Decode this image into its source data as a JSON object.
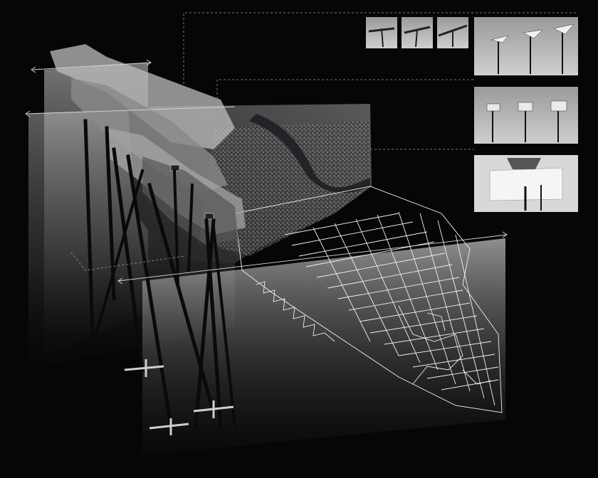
{
  "scene": {
    "background_color": "#050608",
    "line_color": "#d8d8d8",
    "dash_color": "#9a9a9a",
    "map_street_color": "#f2f2f2"
  },
  "thumbnails": [
    {
      "kind": "small-render",
      "content": "structure-closeup"
    },
    {
      "kind": "small-render",
      "content": "structure-closeup"
    },
    {
      "kind": "small-render",
      "content": "structure-closeup"
    },
    {
      "kind": "panel-render",
      "content": "three-poles-canopy-a"
    },
    {
      "kind": "panel-render",
      "content": "three-poles-canopy-b"
    },
    {
      "kind": "panel-render",
      "content": "white-enclosure"
    }
  ]
}
